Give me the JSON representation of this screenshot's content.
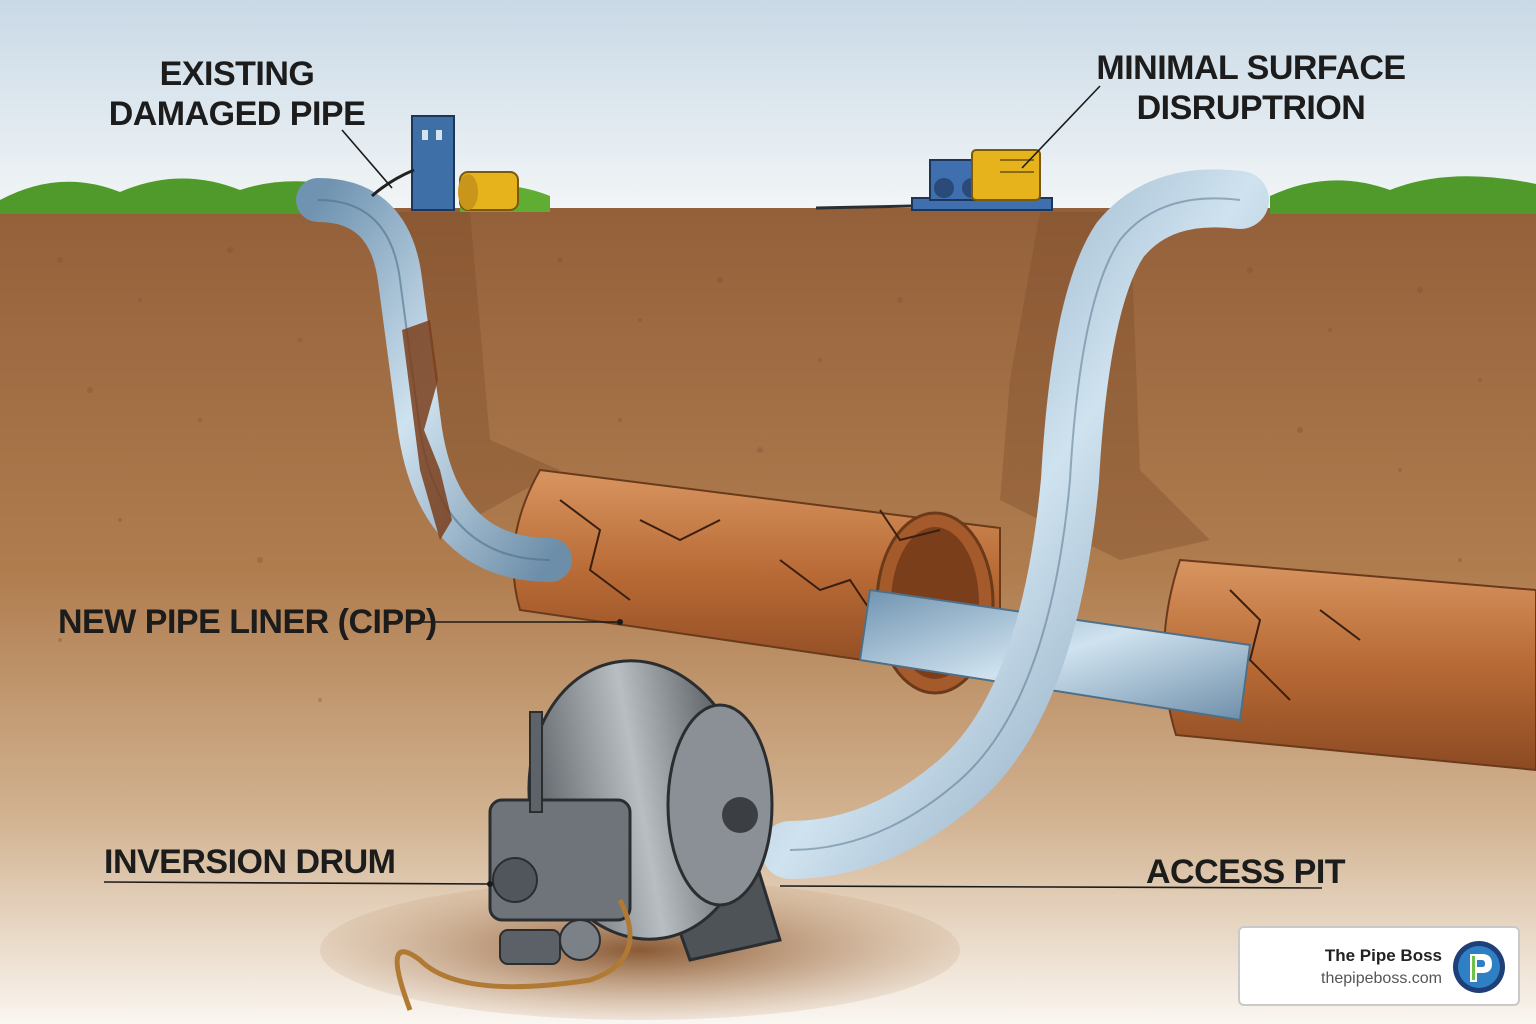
{
  "labels": {
    "existing_damaged_pipe": [
      "EXISTING",
      "DAMAGED PIPE"
    ],
    "minimal_surface_disruption": [
      "MINIMAL SURFACE",
      "DISRUPTRION"
    ],
    "new_pipe_liner": "NEW PIPE LINER (CIPP)",
    "inversion_drum": "INVERSION DRUM",
    "access_pit": "ACCESS PIT"
  },
  "brand": {
    "name": "The Pipe Boss",
    "url": "thepipeboss.com",
    "logo_icon": "pipe-boss-logo-icon"
  },
  "colors": {
    "sky_top": "#cfdde8",
    "soil": "#a97548",
    "grass": "#4f9a2a",
    "old_pipe": "#b96a36",
    "liner": "#8fb2cc",
    "machine": "#6e747a",
    "surface_equipment": "#e6b31c"
  }
}
